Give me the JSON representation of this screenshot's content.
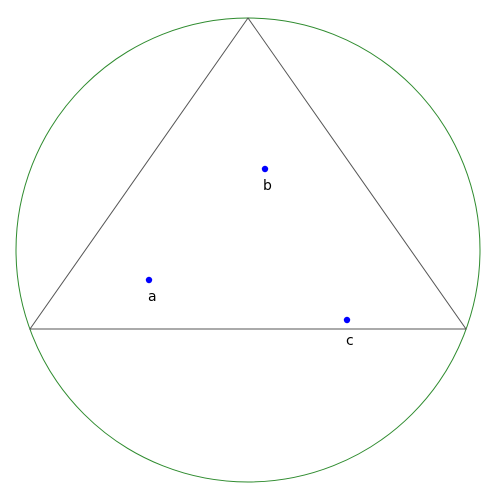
{
  "colors": {
    "background": "#ffffff",
    "circle": "#2e8b2e",
    "triangle": "#555555",
    "point": "#0000ff",
    "label": "#000000"
  },
  "points": [
    {
      "label": "a"
    },
    {
      "label": "b"
    },
    {
      "label": "c"
    }
  ]
}
